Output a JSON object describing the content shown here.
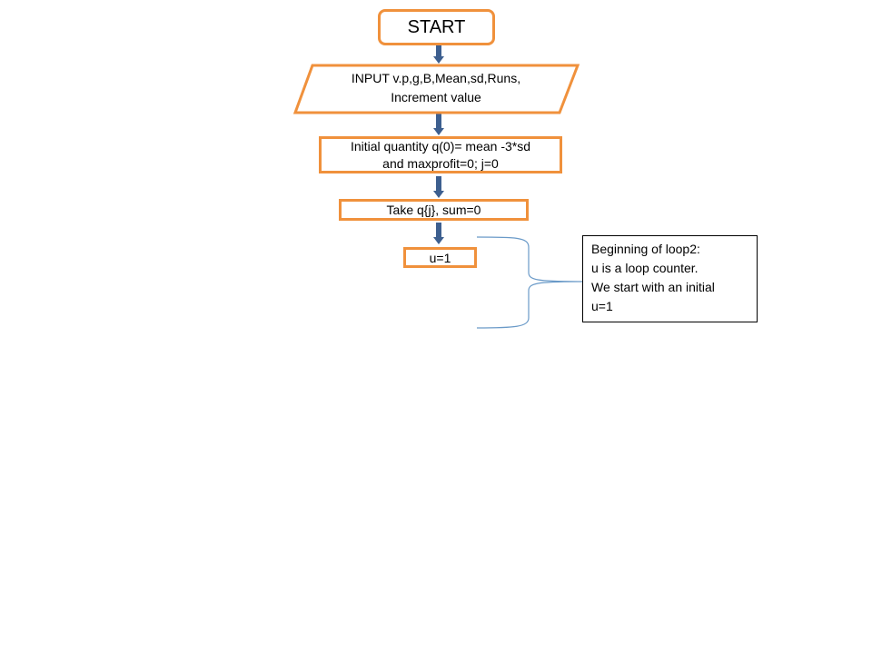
{
  "colors": {
    "box_border": "#f0913c",
    "arrow": "#3d5f8f",
    "brace": "#6a9ac8",
    "note_border": "#000000"
  },
  "flowchart": {
    "start": "START",
    "input": {
      "line1": "INPUT v.p,g,B,Mean,sd,Runs,",
      "line2": "Increment  value"
    },
    "init": {
      "line1": "Initial quantity q(0)= mean -3*sd",
      "line2": "and maxprofit=0; j=0"
    },
    "take": "Take q{j}, sum=0",
    "u_init": "u=1"
  },
  "note": {
    "lines": [
      "Beginning of loop2:",
      "u is a loop counter.",
      "We  start with an initial",
      "u=1"
    ]
  }
}
